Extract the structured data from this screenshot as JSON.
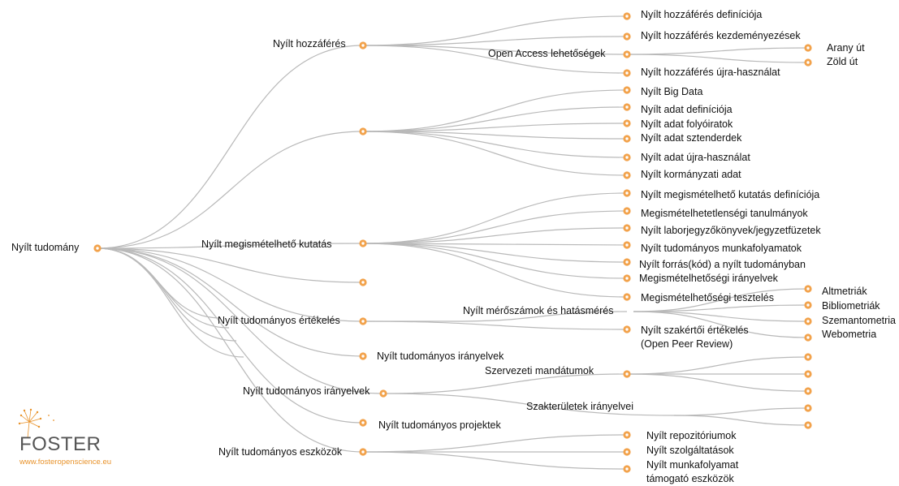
{
  "colors": {
    "node": "#f2a24b",
    "node_inner": "#ffffff",
    "edge": "#b9b9b9",
    "logo_accent": "#e8922a"
  },
  "root": {
    "label": "Nyílt tudomány"
  },
  "branches": [
    {
      "label": "Nyílt hozzáférés"
    },
    {
      "label": ""
    },
    {
      "label": "Nyílt megismételhető kutatás"
    },
    {
      "label": ""
    },
    {
      "label": "Nyílt tudományos értékelés"
    },
    {
      "label": "Nyílt tudományos irányelvek"
    },
    {
      "label": "Nyílt tudományos irányelvek"
    },
    {
      "label": "Nyílt tudományos projektek"
    },
    {
      "label": "Nyílt tudományos eszközök"
    }
  ],
  "open_access": {
    "items": [
      "Nyílt hozzáférés definíciója",
      "Nyílt hozzáférés kezdeményezések",
      "Open Access lehetőségek",
      "Nyílt hozzáférés újra-használat"
    ],
    "options": [
      "Arany út",
      "Zöld út"
    ]
  },
  "open_data": {
    "items": [
      "Nyílt Big Data",
      "Nyílt adat definíciója",
      "Nyílt adat folyóiratok",
      "Nyílt adat sztenderdek",
      "Nyílt adat újra-használat",
      "Nyílt kormányzati adat"
    ]
  },
  "reproducible": {
    "items": [
      "Nyílt megismételhető kutatás definíciója",
      "Megismételhetetlenségi tanulmányok",
      "Nyílt laborjegyzőkönyvek/jegyzetfüzetek",
      "Nyílt tudományos munkafolyamatok",
      "Nyílt forrás(kód) a nyílt tudományban",
      "Megismételhetőségi irányelvek",
      "Megismételhetőségi tesztelés"
    ]
  },
  "evaluation": {
    "items": [
      "Nyílt mérőszámok és hatásmérés",
      "Nyílt szakértői értékelés (Open Peer Review)"
    ],
    "peer_review_line2": "(Open Peer Review)",
    "metrics": [
      "Altmetriák",
      "Bibliometriák",
      "Szemantometria",
      "Webometria"
    ]
  },
  "policies": {
    "items": [
      "Szervezeti mandátumok",
      "Szakterületek irányelvei"
    ]
  },
  "tools": {
    "items": [
      "Nyílt repozitóriumok",
      "Nyílt szolgáltatások",
      "Nyílt munkafolyamat támogató eszközök"
    ],
    "workflow_line1": "Nyílt munkafolyamat",
    "workflow_line2": "támogató eszközök"
  },
  "logo": {
    "word": "FOSTER",
    "url": "www.fosteropenscience.eu"
  }
}
